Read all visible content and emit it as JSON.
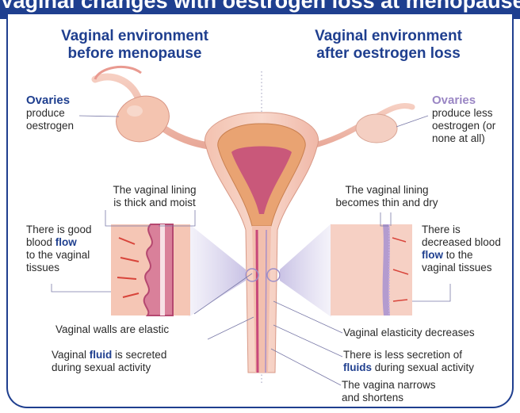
{
  "banner": {
    "title": "Vaginal changes with oestrogen loss at menopause"
  },
  "left": {
    "heading_line1": "Vaginal environment",
    "heading_line2": "before menopause",
    "ovaries_title": "Ovaries",
    "ovaries_desc_1": "produce",
    "ovaries_desc_2": "oestrogen",
    "lining_1": "The vaginal lining",
    "lining_2": "is thick and moist",
    "blood_1": "There is good",
    "blood_2a": "blood ",
    "blood_2b": "flow",
    "blood_3": "to the vaginal",
    "blood_4": "tissues",
    "walls": "Vaginal walls are elastic",
    "fluid_1a": "Vaginal ",
    "fluid_1b": "fluid",
    "fluid_1c": " is secreted",
    "fluid_2": "during sexual activity"
  },
  "right": {
    "heading_line1": "Vaginal environment",
    "heading_line2": "after oestrogen loss",
    "ovaries_title": "Ovaries",
    "ovaries_desc_1": "produce less",
    "ovaries_desc_2": "oestrogen (or",
    "ovaries_desc_3": "none at all)",
    "lining_1": "The vaginal lining",
    "lining_2": "becomes thin and dry",
    "blood_1": "There is",
    "blood_2": "decreased blood",
    "blood_3a": "flow",
    "blood_3b": " to the",
    "blood_4": "vaginal tissues",
    "elasticity": "Vaginal elasticity decreases",
    "secretion_1": "There is less secretion of",
    "secretion_2a": "fluids",
    "secretion_2b": " during sexual activity",
    "narrows_1": "The vagina narrows",
    "narrows_2": "and shortens"
  },
  "colors": {
    "brand_navy": "#1f3f8f",
    "ovaries_after": "#9a86c4",
    "tissue_pink": "#f0b8a8",
    "uterus_wall": "#e8a070",
    "healthy_lining": "#c8487a",
    "thin_lining": "#a890c8"
  }
}
